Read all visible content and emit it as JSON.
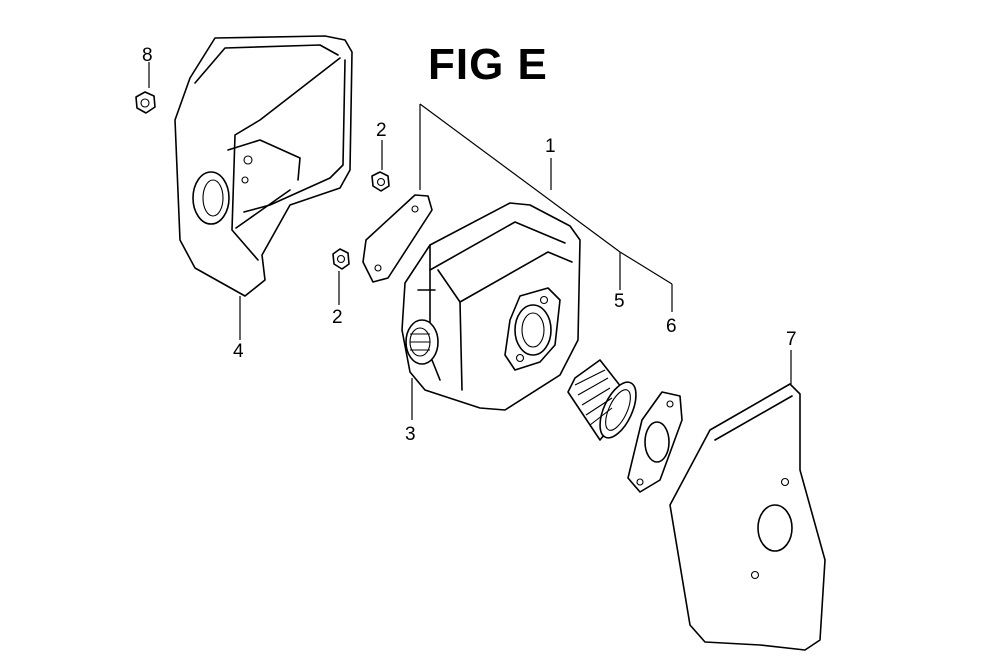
{
  "figure": {
    "title": "FIG E"
  },
  "parts": [
    {
      "id": "muffler-assy",
      "label": "1"
    },
    {
      "id": "nut-upper",
      "label": "2"
    },
    {
      "id": "nut-lower",
      "label": "2"
    },
    {
      "id": "spark-arrester-screen",
      "label": "3"
    },
    {
      "id": "muffler-protector",
      "label": "4"
    },
    {
      "id": "muffler-arrester",
      "label": "5"
    },
    {
      "id": "muffler-gasket",
      "label": "6"
    },
    {
      "id": "heat-shield-plate",
      "label": "7"
    },
    {
      "id": "flange-nut",
      "label": "8"
    }
  ]
}
